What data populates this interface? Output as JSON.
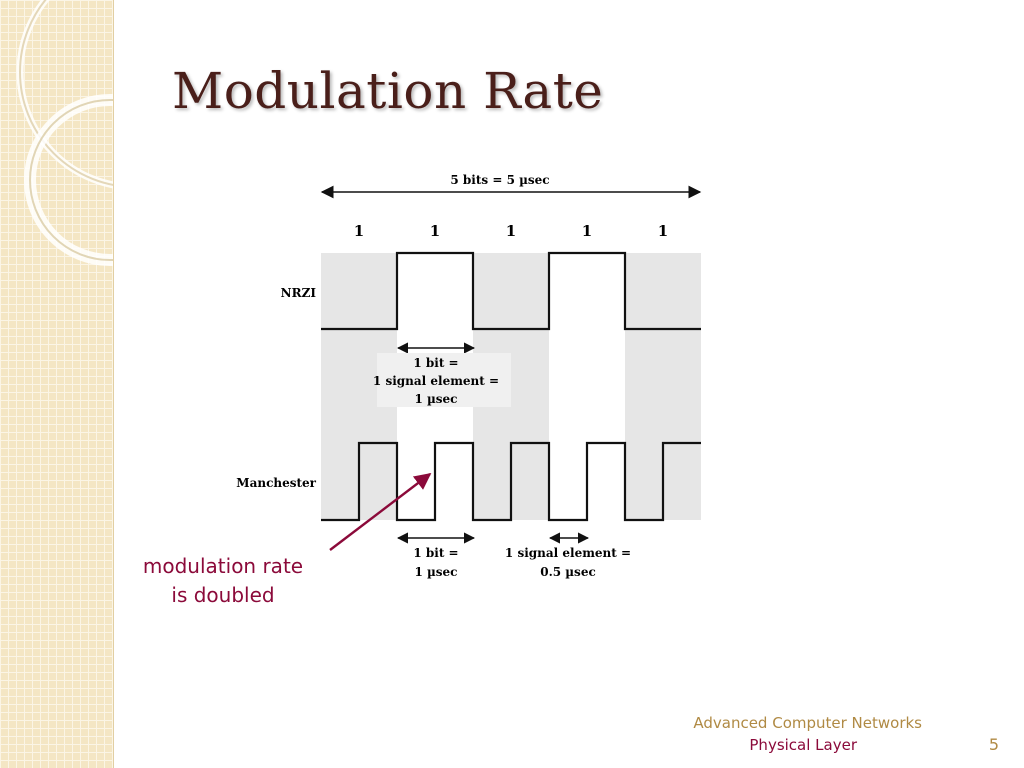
{
  "slide": {
    "title": "Modulation Rate",
    "footer": {
      "course": "Advanced Computer Networks",
      "topic": "Physical Layer",
      "page_number": "5"
    }
  },
  "diagram": {
    "span_label": "5 bits = 5 µsec",
    "bits": [
      "1",
      "1",
      "1",
      "1",
      "1"
    ],
    "nrzi_label": "NRZI",
    "manchester_label": "Manchester",
    "nrzi_bit_note": [
      "1 bit =",
      "1 signal element =",
      "1 µsec"
    ],
    "manchester_bit_note": [
      "1 bit =",
      "1 µsec"
    ],
    "manchester_element_note": [
      "1 signal element =",
      "0.5 µsec"
    ],
    "nrzi_levels": [
      0,
      1,
      0,
      1,
      0
    ],
    "manchester_levels": [
      0,
      1,
      0,
      1,
      0,
      1,
      0,
      1,
      0,
      1
    ],
    "colors": {
      "shade": "#e6e6e6",
      "signal": "#111111",
      "callout": "#8b0a3a"
    }
  },
  "callout": {
    "lines": [
      "modulation rate",
      "is doubled"
    ]
  }
}
